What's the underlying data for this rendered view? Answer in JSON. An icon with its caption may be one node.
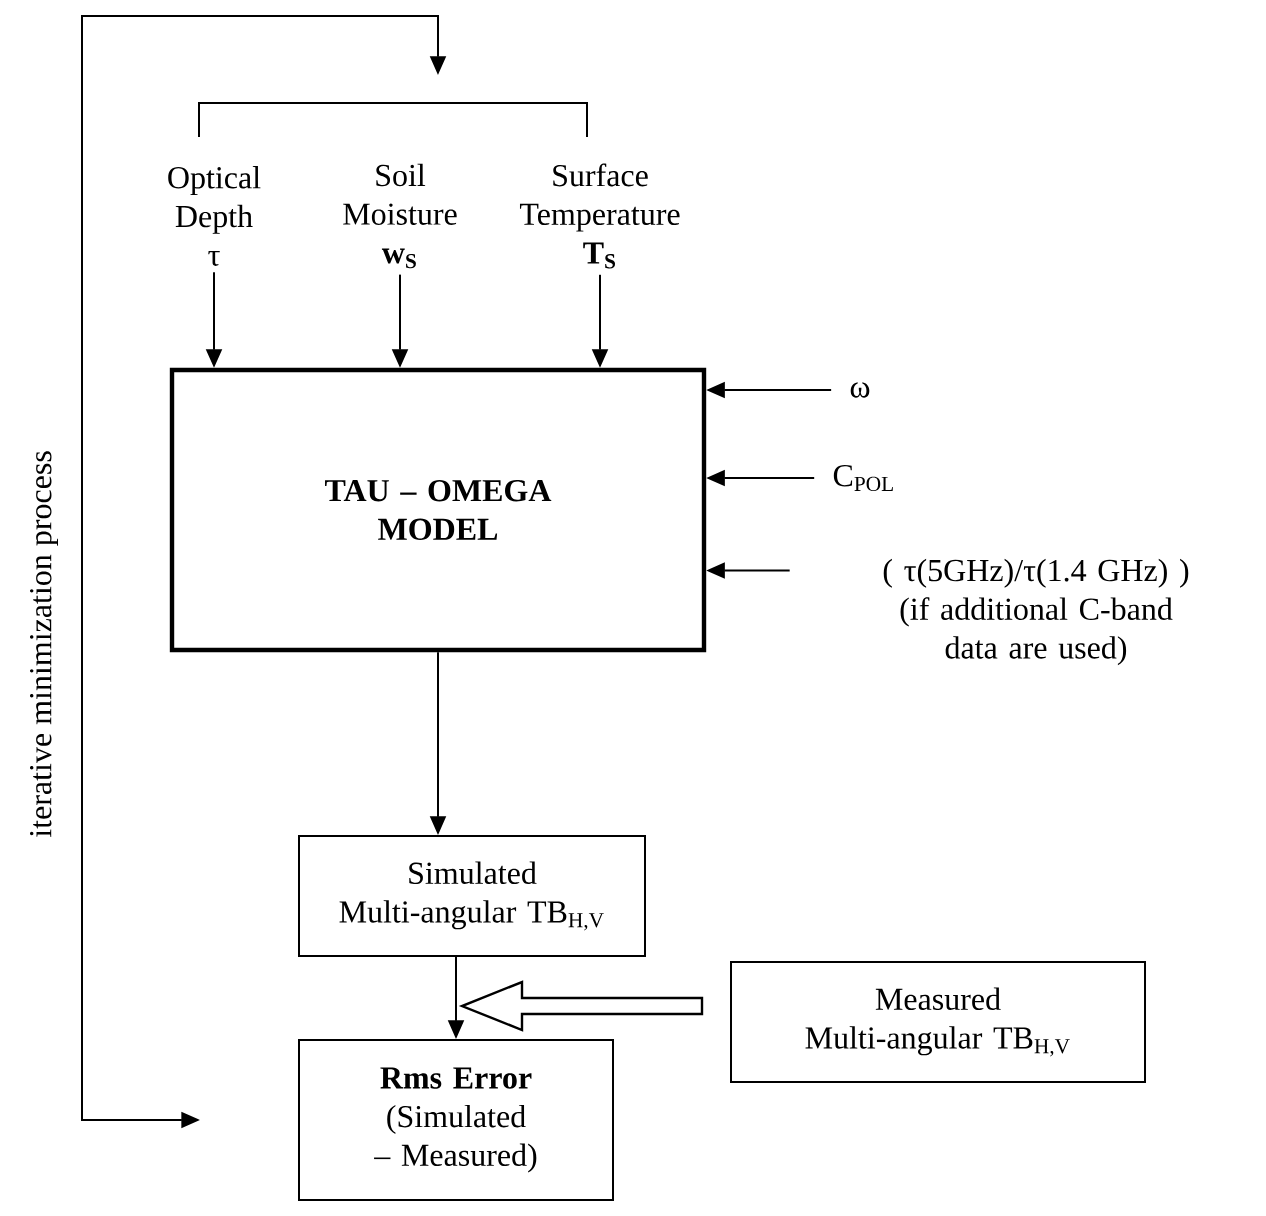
{
  "diagram": {
    "nodes": [
      {
        "text": [
          "Optical Depth",
          "τ"
        ]
      },
      {
        "text": [
          "Soil Moisture",
          "w$_{S}$"
        ]
      },
      {
        "text": [
          "Surface Temperature",
          "T$_{S}$"
        ]
      },
      {
        "text": [
          "TAU – OMEGA MODEL"
        ]
      },
      {
        "text": [
          "ω"
        ]
      },
      {
        "text": [
          "C$_{POL}$"
        ]
      },
      {
        "text": [
          "( τ(5GHz)/τ(1.4 GHz) )",
          "(if additional C-band data are used)"
        ]
      },
      {
        "text": [
          "Simulated Multi-angular TB$_{H,V}$"
        ]
      },
      {
        "text": [
          "Measured Multi-angular  TB$_{H,V}$"
        ]
      },
      {
        "text": [
          "Rms Error",
          "(Simulated – Measured)"
        ]
      },
      {
        "text": [],
        "shape": "bracket"
      }
    ],
    "edges": [
      {
        "from": 0,
        "to": 3,
        "arrow": "to"
      },
      {
        "from": 1,
        "to": 3,
        "arrow": "to"
      },
      {
        "from": 2,
        "to": 3,
        "arrow": "to"
      },
      {
        "from": 4,
        "to": 3,
        "arrow": "to"
      },
      {
        "from": 5,
        "to": 3,
        "arrow": "to"
      },
      {
        "from": 6,
        "to": 3,
        "arrow": "to"
      },
      {
        "from": 3,
        "to": 7,
        "arrow": "to"
      },
      {
        "from": 7,
        "to": 9,
        "arrow": "to"
      },
      {
        "from": 8,
        "to": null,
        "arrow": "to"
      },
      {
        "from": 9,
        "to": 10,
        "arrow": "both",
        "label": "iterative minimization process"
      }
    ]
  }
}
